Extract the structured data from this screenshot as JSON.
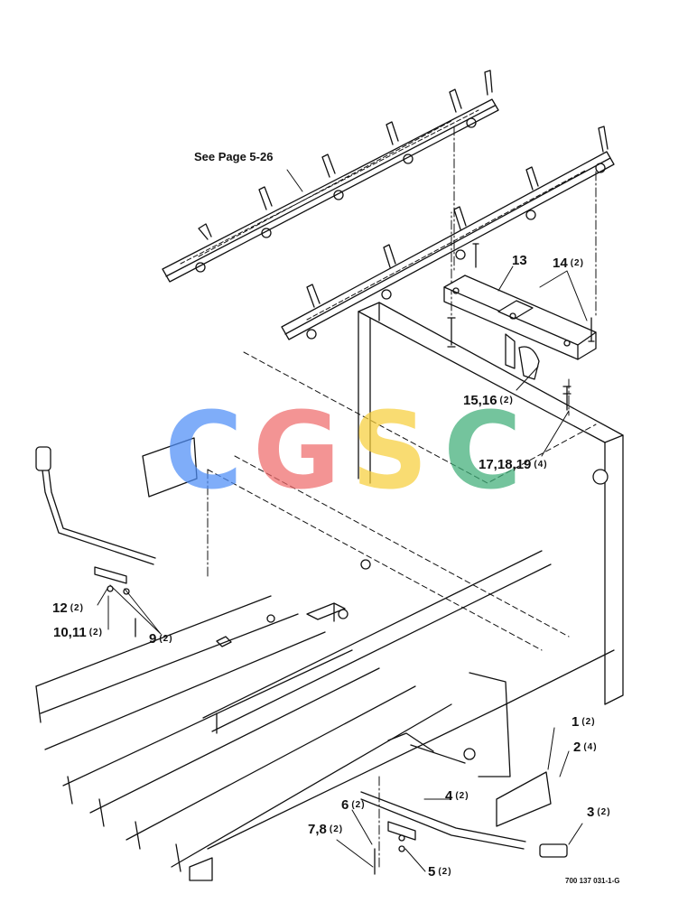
{
  "note": "See Page 5-26",
  "callouts": [
    {
      "num": "13",
      "qty": ""
    },
    {
      "num": "14",
      "qty": "(2)"
    },
    {
      "num": "15,16",
      "qty": "(2)"
    },
    {
      "num": "17,18,19",
      "qty": "(4)"
    },
    {
      "num": "12",
      "qty": "(2)"
    },
    {
      "num": "10,11",
      "qty": "(2)"
    },
    {
      "num": "9",
      "qty": "(2)"
    },
    {
      "num": "1",
      "qty": "(2)"
    },
    {
      "num": "2",
      "qty": "(4)"
    },
    {
      "num": "4",
      "qty": "(2)"
    },
    {
      "num": "3",
      "qty": "(2)"
    },
    {
      "num": "6",
      "qty": "(2)"
    },
    {
      "num": "7,8",
      "qty": "(2)"
    },
    {
      "num": "5",
      "qty": "(2)"
    }
  ],
  "figure_id": "700 137 031-1-G",
  "watermark": {
    "letters": [
      "C",
      "G",
      "S",
      "C"
    ],
    "colors": [
      "#4f8ef7",
      "#ef6b6b",
      "#f7cf3c",
      "#3fae78"
    ]
  }
}
